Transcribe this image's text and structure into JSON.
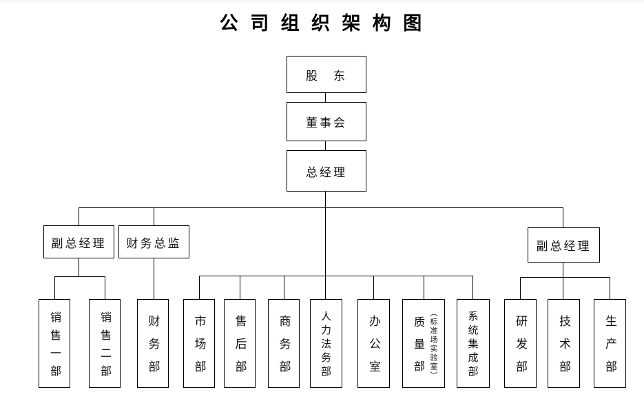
{
  "title": "公 司 组 织 架 构 图",
  "nodes": {
    "shareholders": "股　东",
    "board": "董事会",
    "general_manager": "总经理",
    "deputy_gm_left": "副总经理",
    "finance_director": "财务总监",
    "deputy_gm_right": "副总经理",
    "sales_dept_1": "销售一部",
    "sales_dept_2": "销售二部",
    "finance_dept": "财务部",
    "marketing_dept": "市场部",
    "after_sales_dept": "售后部",
    "commerce_dept": "商务部",
    "hr_legal_dept": "人力法务部",
    "office": "办公室",
    "quality_dept": "质量部",
    "quality_dept_note": "（标准场实验室）",
    "system_integration_dept": "系统集成部",
    "rnd_dept": "研发部",
    "technology_dept": "技术部",
    "production_dept": "生产部"
  },
  "colors": {
    "line": "#000000",
    "text": "#111111",
    "background": "#ffffff",
    "top_hairline": "#d9d9d9"
  }
}
